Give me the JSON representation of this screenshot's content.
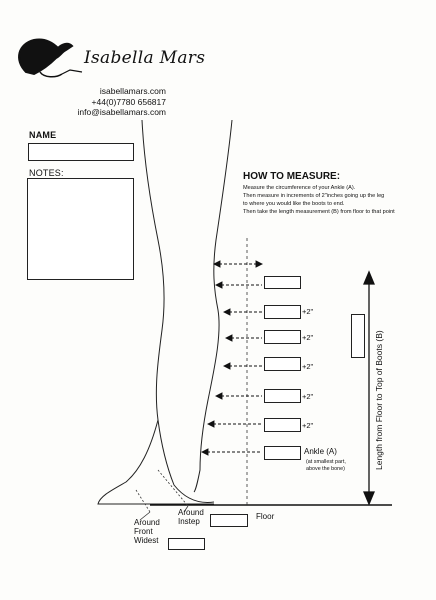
{
  "brand": {
    "name": "Isabella Mars"
  },
  "contact": {
    "website": "isabellamars.com",
    "phone": "+44(0)7780 656817",
    "email": "info@isabellamars.com"
  },
  "form": {
    "name_label": "NAME",
    "notes_label": "NOTES:"
  },
  "how_to": {
    "title": "HOW TO MEASURE:",
    "lines": [
      "Measure the circumference of your Ankle (A).",
      "Then measure in increments of 2\"inches going up the leg",
      "to where you would like the boots to end.",
      "Then take the length measurement (B) from floor to that point"
    ]
  },
  "measurements": {
    "increment_label": "+2\"",
    "ankle_label": "Ankle (A)",
    "ankle_note_1": "(at smallest part,",
    "ankle_note_2": "above the bone)",
    "floor_label": "Floor",
    "instep_label_1": "Around",
    "instep_label_2": "Instep",
    "front_label_1": "Around",
    "front_label_2": "Front",
    "front_label_3": "Widest",
    "length_label": "Length from Floor to Top of Boots (B)"
  },
  "colors": {
    "ink": "#111111",
    "paper": "#fdfdfb"
  }
}
